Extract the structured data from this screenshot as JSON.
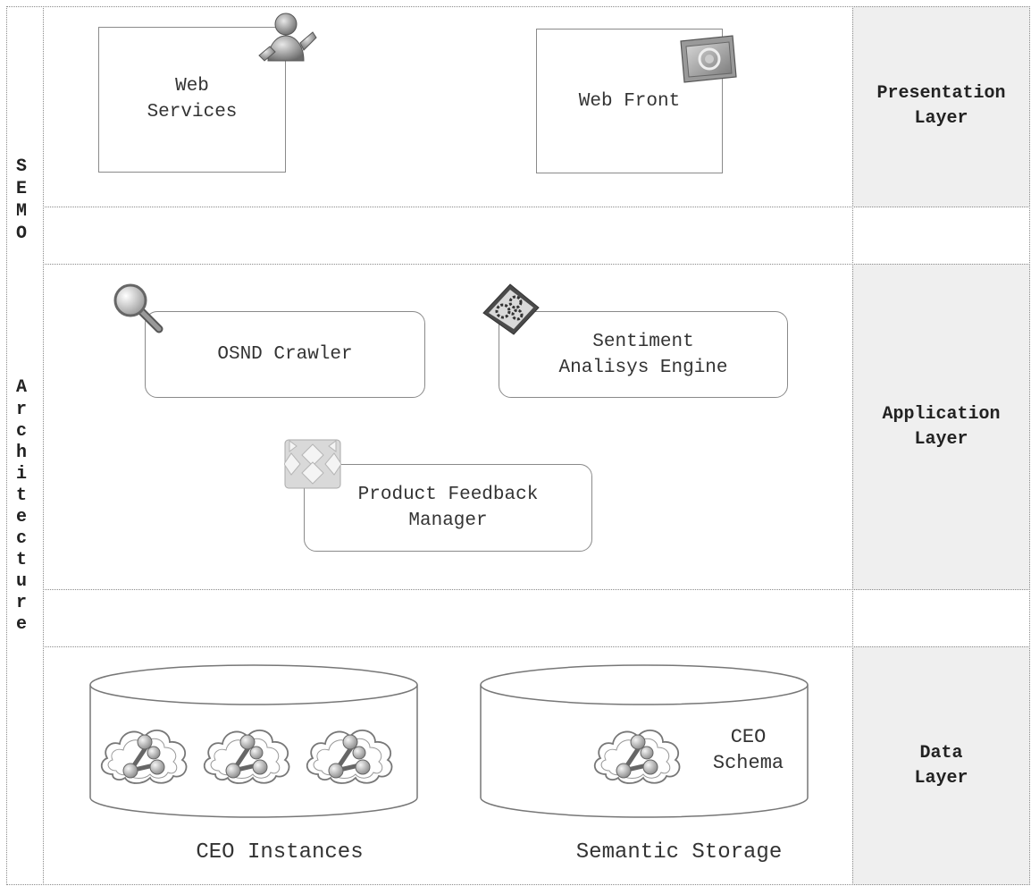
{
  "title_vertical": {
    "semo": [
      "S",
      "E",
      "M",
      "O"
    ],
    "architecture": [
      "A",
      "r",
      "c",
      "h",
      "i",
      "t",
      "e",
      "c",
      "t",
      "u",
      "r",
      "e"
    ]
  },
  "layers": {
    "presentation": "Presentation\nLayer",
    "application": "Application\nLayer",
    "data": "Data\nLayer"
  },
  "components": {
    "web_services": "Web\nServices",
    "web_front": "Web Front",
    "osnd_crawler": "OSND Crawler",
    "sentiment_engine": "Sentiment\nAnalisys Engine",
    "feedback_manager": "Product Feedback\nManager"
  },
  "storage": {
    "ceo_schema": "CEO\nSchema",
    "ceo_instances": "CEO Instances",
    "semantic_storage": "Semantic Storage"
  },
  "icons": {
    "web_services": "person-icon",
    "web_front": "browser-window-icon",
    "osnd_crawler": "magnifier-icon",
    "sentiment_engine": "gears-icon",
    "feedback_manager": "puzzle-pattern-icon",
    "ontology": "ontology-cloud-icon"
  }
}
